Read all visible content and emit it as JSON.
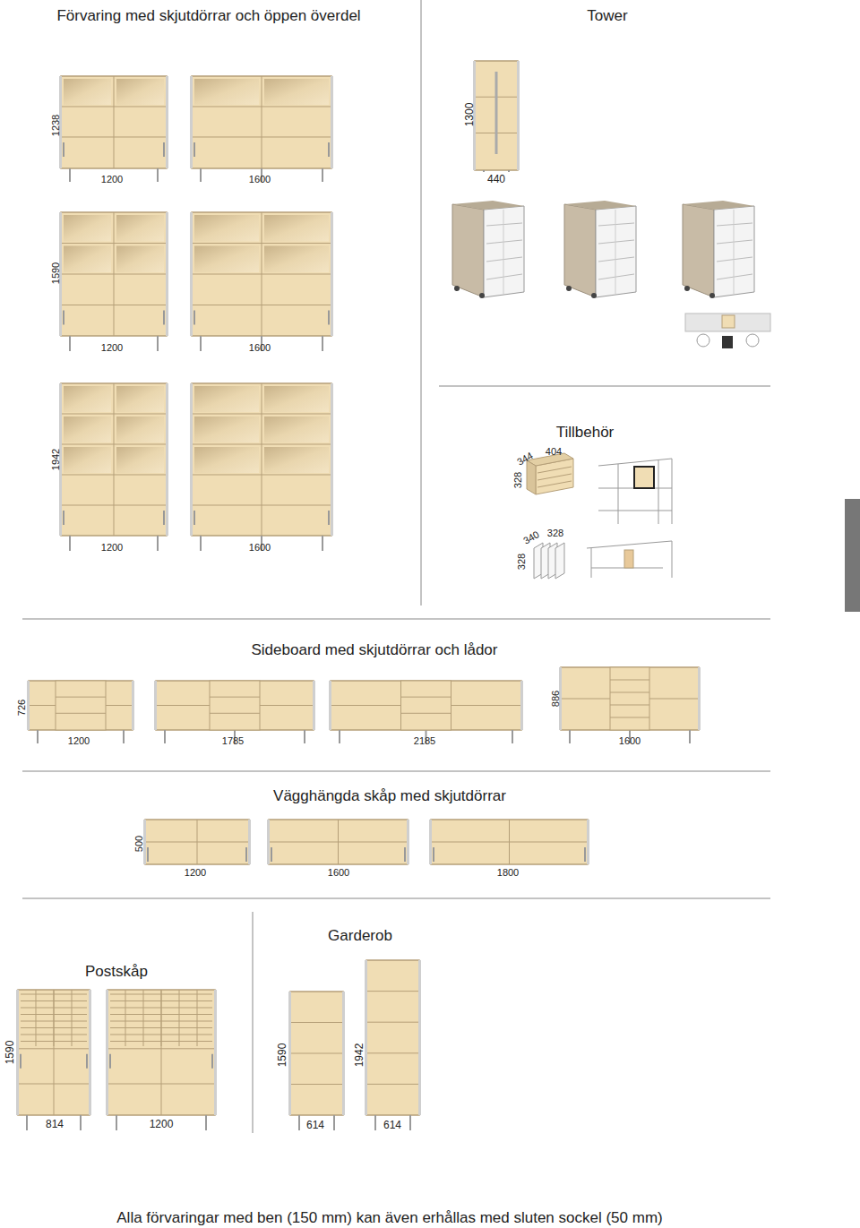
{
  "diagram": {
    "labels": [
      "Förvaring med skjutdörrar och öppen överdel",
      "Tower",
      "1238",
      "1200",
      "1600",
      "1300",
      "440",
      "1590",
      "1200",
      "1600",
      "Tillbehör",
      "404",
      "344",
      "328",
      "1942",
      "340",
      "328",
      "328",
      "1200",
      "1600",
      "Sideboard med skjutdörrar och lådor",
      "726",
      "886",
      "1200",
      "1785",
      "2185",
      "1600",
      "Vägghängda skåp med skjutdörrar",
      "500",
      "1200",
      "1600",
      "1800",
      "Garderob",
      "Postskåp",
      "1590",
      "1590",
      "1942",
      "814",
      "1200",
      "614",
      "614"
    ],
    "caption": "Alla förvaringar med ben (150 mm) kan även erhållas med sluten sockel (50 mm)"
  }
}
